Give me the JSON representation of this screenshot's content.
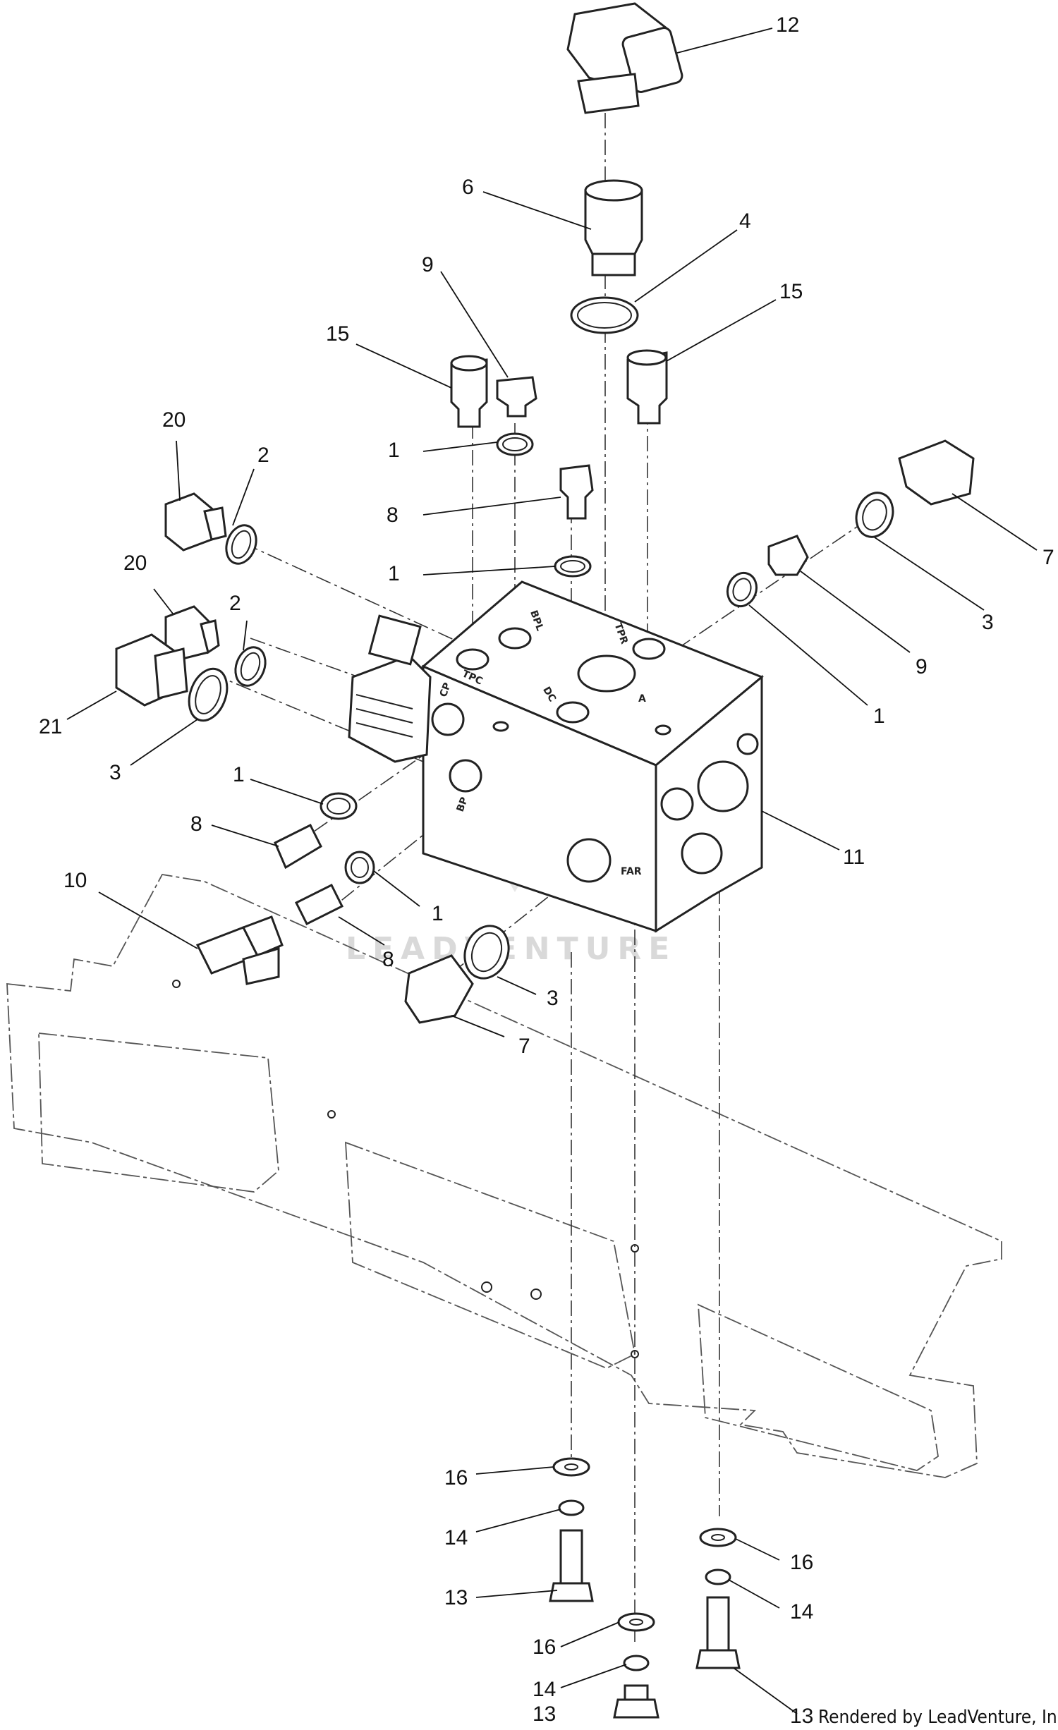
{
  "diagram": {
    "callouts": [
      {
        "id": "c12",
        "label": "12"
      },
      {
        "id": "c6",
        "label": "6"
      },
      {
        "id": "c4",
        "label": "4"
      },
      {
        "id": "c15a",
        "label": "15"
      },
      {
        "id": "c9a",
        "label": "9"
      },
      {
        "id": "c15b",
        "label": "15"
      },
      {
        "id": "c20a",
        "label": "20"
      },
      {
        "id": "c2a",
        "label": "2"
      },
      {
        "id": "c1a",
        "label": "1"
      },
      {
        "id": "c8a",
        "label": "8"
      },
      {
        "id": "c1b",
        "label": "1"
      },
      {
        "id": "c20b",
        "label": "20"
      },
      {
        "id": "c2b",
        "label": "2"
      },
      {
        "id": "c7a",
        "label": "7"
      },
      {
        "id": "c3a",
        "label": "3"
      },
      {
        "id": "c9b",
        "label": "9"
      },
      {
        "id": "c1c",
        "label": "1"
      },
      {
        "id": "c21",
        "label": "21"
      },
      {
        "id": "c3b",
        "label": "3"
      },
      {
        "id": "c1d",
        "label": "1"
      },
      {
        "id": "c8b",
        "label": "8"
      },
      {
        "id": "c11",
        "label": "11"
      },
      {
        "id": "c10",
        "label": "10"
      },
      {
        "id": "c1e",
        "label": "1"
      },
      {
        "id": "c8c",
        "label": "8"
      },
      {
        "id": "c3c",
        "label": "3"
      },
      {
        "id": "c7b",
        "label": "7"
      },
      {
        "id": "c16a",
        "label": "16"
      },
      {
        "id": "c14a",
        "label": "14"
      },
      {
        "id": "c13a",
        "label": "13"
      },
      {
        "id": "c16b",
        "label": "16"
      },
      {
        "id": "c14b",
        "label": "14"
      },
      {
        "id": "c16c",
        "label": "16"
      },
      {
        "id": "c14c",
        "label": "14"
      },
      {
        "id": "c13b",
        "label": "13"
      },
      {
        "id": "c13c",
        "label": "13"
      }
    ],
    "port_labels": {
      "tpc": "TPC",
      "bpl": "BPL",
      "tpr": "TPR",
      "dc": "DC",
      "a": "A",
      "cp": "CP",
      "bp": "BP",
      "far": "FAR"
    },
    "watermark": "LEADVENTURE",
    "credit": "Rendered by LeadVenture, Inc."
  }
}
